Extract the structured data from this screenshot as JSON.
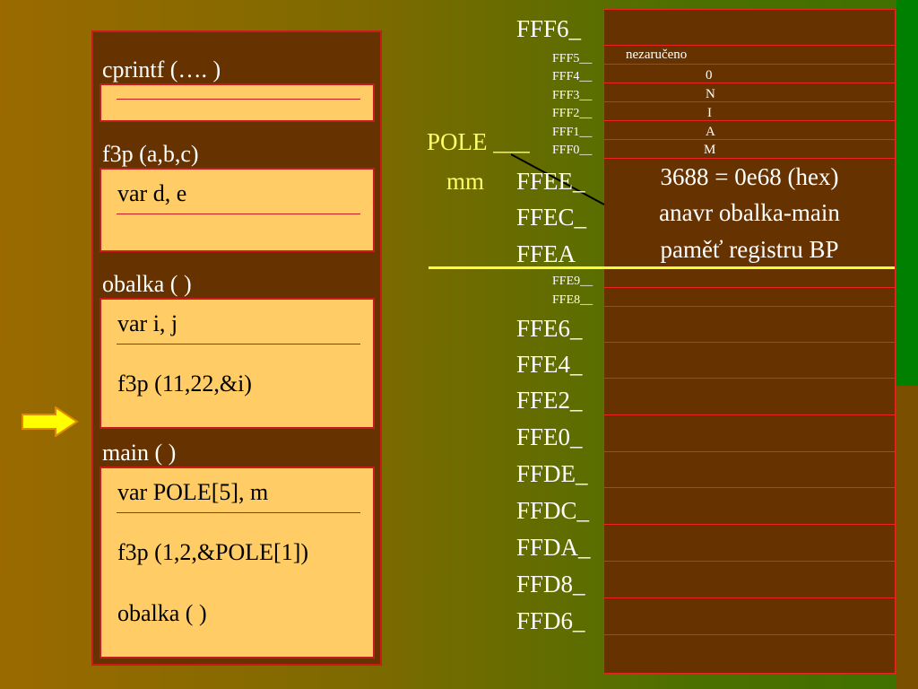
{
  "left_panel": {
    "cprintf_header": "cprintf (…. )",
    "f3p_header": "f3p (a,b,c)",
    "f3p_body": [
      "var d, e"
    ],
    "obalka_header": "obalka ( )",
    "obalka_body": [
      "var i, j",
      "f3p (11,22,&i)"
    ],
    "main_header": "main ( )",
    "main_body": [
      "var POLE[5], m",
      "f3p (1,2,&POLE[1])",
      "obalka ( )"
    ]
  },
  "memory": {
    "labels_big": [
      "FFF6_",
      "FFEE_",
      "FFEC_",
      "FFEA",
      "FFE6_",
      "FFE4_",
      "FFE2_",
      "FFE0_",
      "FFDE_",
      "FFDC_",
      "FFDA_",
      "FFD8_",
      "FFD6_"
    ],
    "labels_small": [
      "FFF5__",
      "FFF4__",
      "FFF3__",
      "FFF2__",
      "FFF1__",
      "FFF0__",
      "FFE9__",
      "FFE8__"
    ],
    "small_cells": [
      "nezaručeno",
      "0",
      "N",
      "I",
      "A",
      "M"
    ],
    "cells_big": [
      "3688 = 0e68 (hex)",
      "anavr obalka-main",
      "paměť registru BP"
    ],
    "side_pole": "POLE ___",
    "side_mm": "mm"
  },
  "colors": {
    "panel_bg": "#663300",
    "box_bg": "#ffcc66",
    "border_red": "#cc1a1a",
    "highlight_yellow": "#ffff33",
    "text_white": "#ffffff"
  }
}
